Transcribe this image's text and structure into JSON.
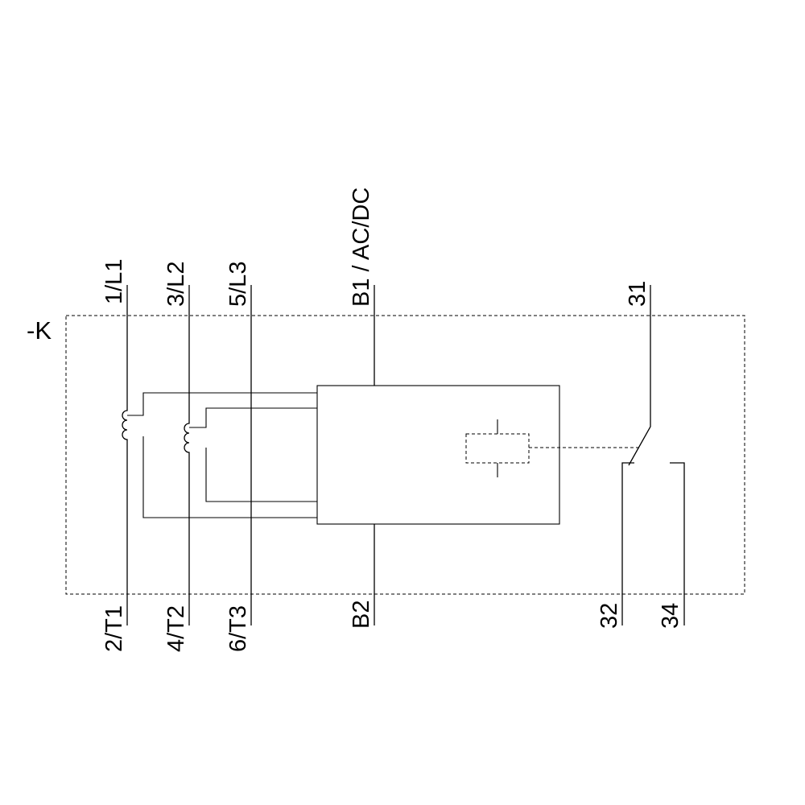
{
  "device": {
    "designation": "-K"
  },
  "terminals": {
    "top": [
      "1/L1",
      "3/L2",
      "5/L3",
      "B1 / AC/DC",
      "31"
    ],
    "bottom": [
      "2/T1",
      "4/T2",
      "6/T3",
      "B2",
      "32",
      "34"
    ]
  }
}
